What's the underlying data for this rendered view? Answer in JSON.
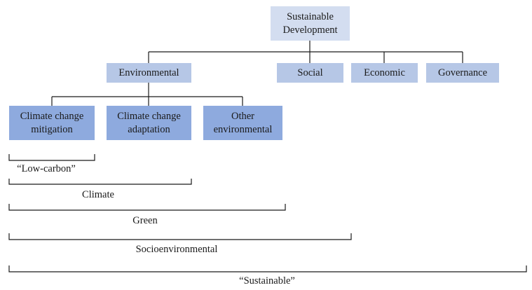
{
  "colors": {
    "root_fill": "#d3ddf0",
    "pillar_fill": "#b6c7e6",
    "sub_fill": "#8eaade",
    "line": "#1a1a1a"
  },
  "tree": {
    "root": "Sustainable\nDevelopment",
    "pillars": {
      "environmental": "Environmental",
      "social": "Social",
      "economic": "Economic",
      "governance": "Governance"
    },
    "environmental_children": {
      "mitigation": "Climate change\nmitigation",
      "adaptation": "Climate change\nadaptation",
      "other": "Other\nenvironmental"
    }
  },
  "scopes": {
    "low_carbon": "“Low-carbon”",
    "climate": "Climate",
    "green": "Green",
    "socioenvironmental": "Socioenvironmental",
    "sustainable": "“Sustainable”"
  }
}
